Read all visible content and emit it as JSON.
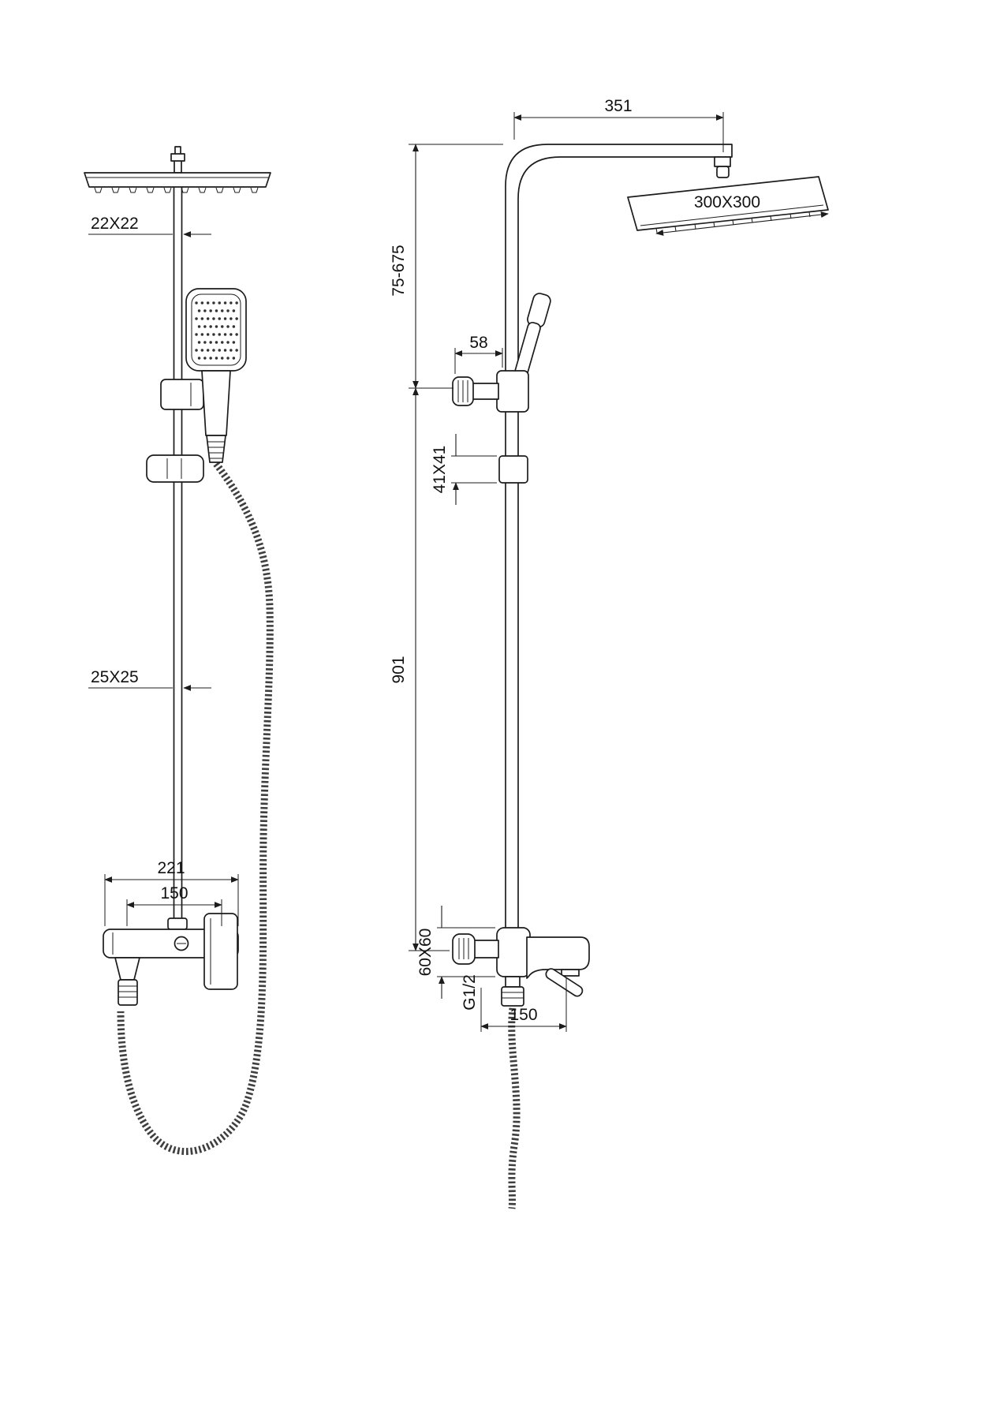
{
  "colors": {
    "line": "#1c1c1c",
    "background": "#ffffff"
  },
  "drawing_type": "shower-column-technical-drawing",
  "views": {
    "front": {
      "name": "front-view",
      "dims": {
        "riser_upper": "22X22",
        "riser_lower": "25X25",
        "mixer_overall_width": "221",
        "mixer_port_spacing": "150"
      }
    },
    "side": {
      "name": "side-view",
      "dims": {
        "arm_reach": "351",
        "head_face": "300X300",
        "head_height_range": "75-675",
        "riser_length": "901",
        "holder_knob_depth": "58",
        "slider_section": "41X41",
        "mixer_body_section": "60X60",
        "hose_thread": "G1/2",
        "spout_reach": "150"
      }
    }
  }
}
